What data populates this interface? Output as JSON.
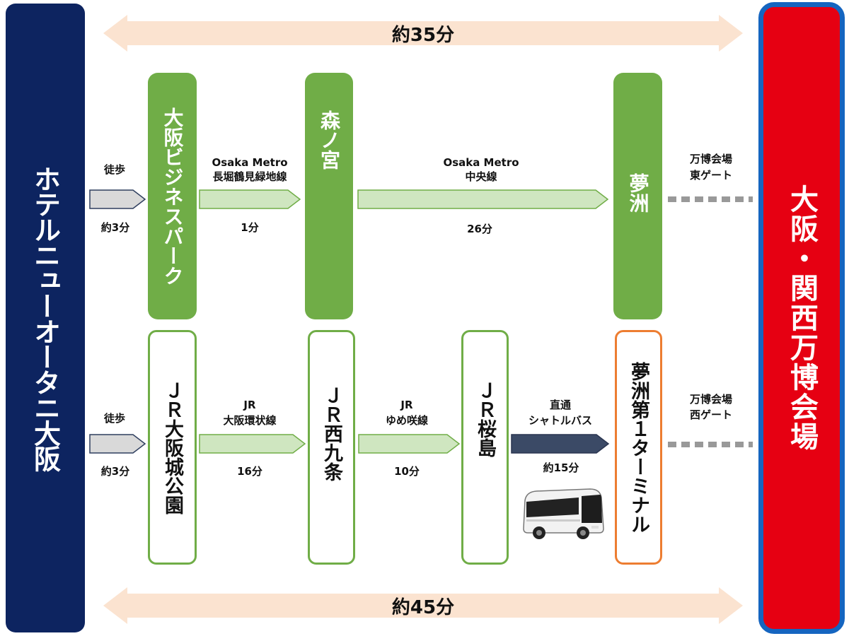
{
  "hotel": "ホテルニューオータニ大阪",
  "expo": "大阪・関西万博会場",
  "top_duration": "約35分",
  "bottom_duration": "約45分",
  "route1": {
    "walk_label": "徒歩",
    "walk_time": "約3分",
    "station1": "大阪ビジネスパーク",
    "line1_name": "Osaka Metro",
    "line1_detail": "長堀鶴見緑地線",
    "line1_time": "1分",
    "station2": "森ノ宮",
    "line2_name": "Osaka Metro",
    "line2_detail": "中央線",
    "line2_time": "26分",
    "station3": "夢洲",
    "gate_line1": "万博会場",
    "gate_line2": "東ゲート"
  },
  "route2": {
    "walk_label": "徒歩",
    "walk_time": "約3分",
    "station1": "ＪＲ大阪城公園",
    "line1_name": "JR",
    "line1_detail": "大阪環状線",
    "line1_time": "16分",
    "station2": "ＪＲ西九条",
    "line2_name": "JR",
    "line2_detail": "ゆめ咲線",
    "line2_time": "10分",
    "station3": "ＪＲ桜島",
    "bus_line1": "直通",
    "bus_line2": "シャトルバス",
    "bus_time": "約15分",
    "station4": "夢洲第１ターミナル",
    "gate_line1": "万博会場",
    "gate_line2": "西ゲート"
  },
  "colors": {
    "hotel_bg": "#0d2460",
    "expo_bg": "#e60012",
    "expo_border": "#1565c0",
    "metro_green": "#70ad47",
    "arrow_light_green": "#cfe6c0",
    "walk_gray": "#d9d9d9",
    "bus_navy": "#3b4a66",
    "duration_bar": "#fbe3d0",
    "terminal_orange": "#ed7d31"
  },
  "icons": [
    "bus-icon"
  ]
}
